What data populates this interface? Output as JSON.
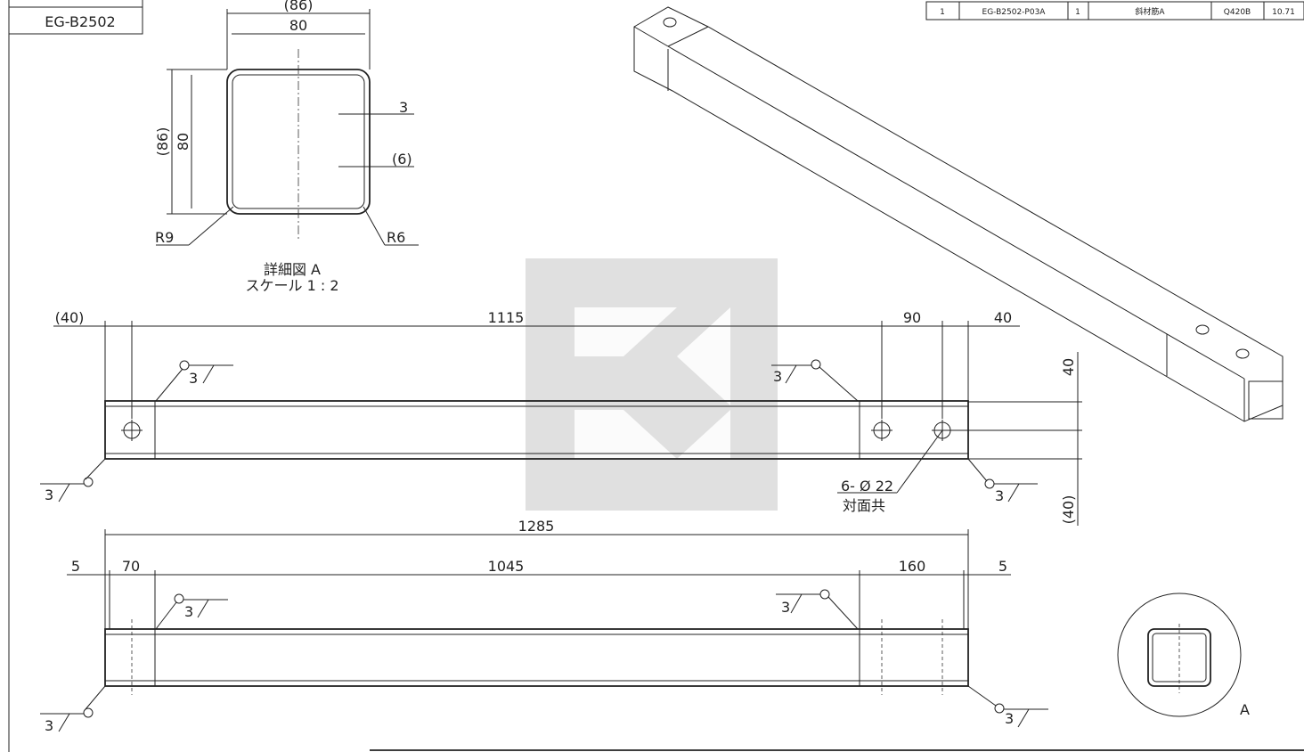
{
  "title_block": {
    "drawing_no": "EG-B2502"
  },
  "parts_table": {
    "row": {
      "item": "1",
      "part_no": "EG-B2502-P03A",
      "qty": "1",
      "name": "斜材筋A",
      "material": "Q420B",
      "weight": "10.71"
    }
  },
  "detail_a": {
    "dims": {
      "outer_w": "(86)",
      "inner_w": "80",
      "outer_h": "(86)",
      "inner_h": "80",
      "thickness": "3",
      "gap": "(6)",
      "r_outer": "R9",
      "r_inner": "R6"
    },
    "title": "詳細図 A",
    "scale": "スケール 1 : 2"
  },
  "top_view": {
    "dims": {
      "left_offset": "(40)",
      "span": "1115",
      "hole_pitch": "90",
      "right_offset": "40",
      "v_top": "40",
      "v_bottom": "(40)"
    },
    "weld": "3",
    "hole_note": "6- Ø 22",
    "hole_note2": "対面共"
  },
  "side_view": {
    "dims": {
      "overall": "1285",
      "left_gap": "5",
      "left_sleeve": "70",
      "middle": "1045",
      "right_sleeve": "160",
      "right_gap": "5"
    },
    "weld": "3"
  },
  "section_label": "A"
}
